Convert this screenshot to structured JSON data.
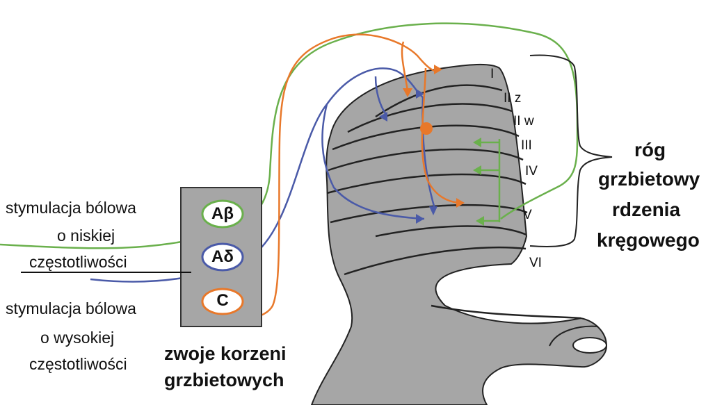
{
  "left_labels": {
    "low_freq_line1": "stymulacja bólowa",
    "low_freq_line2": "o niskiej",
    "low_freq_line3": "częstotliwości",
    "high_freq_line1": "stymulacja bólowa",
    "high_freq_line2": "o wysokiej",
    "high_freq_line3": "częstotliwości"
  },
  "ganglion": {
    "title_line1": "zwoje korzeni",
    "title_line2": "grzbietowych",
    "fibers": [
      "Aβ",
      "Aδ",
      "C"
    ]
  },
  "laminae": [
    "I",
    "II z",
    "II w",
    "III",
    "IV",
    "V",
    "VI"
  ],
  "horn_label": {
    "line1": "róg",
    "line2": "grzbietowy",
    "line3": "rdzenia",
    "line4": "kręgowego"
  },
  "colors": {
    "green_fiber": "#6ab04c",
    "blue_fiber": "#4a5aa8",
    "orange_fiber": "#e8782a",
    "tissue": "#a6a6a6",
    "ganglion_box": "#a6a6a6"
  }
}
